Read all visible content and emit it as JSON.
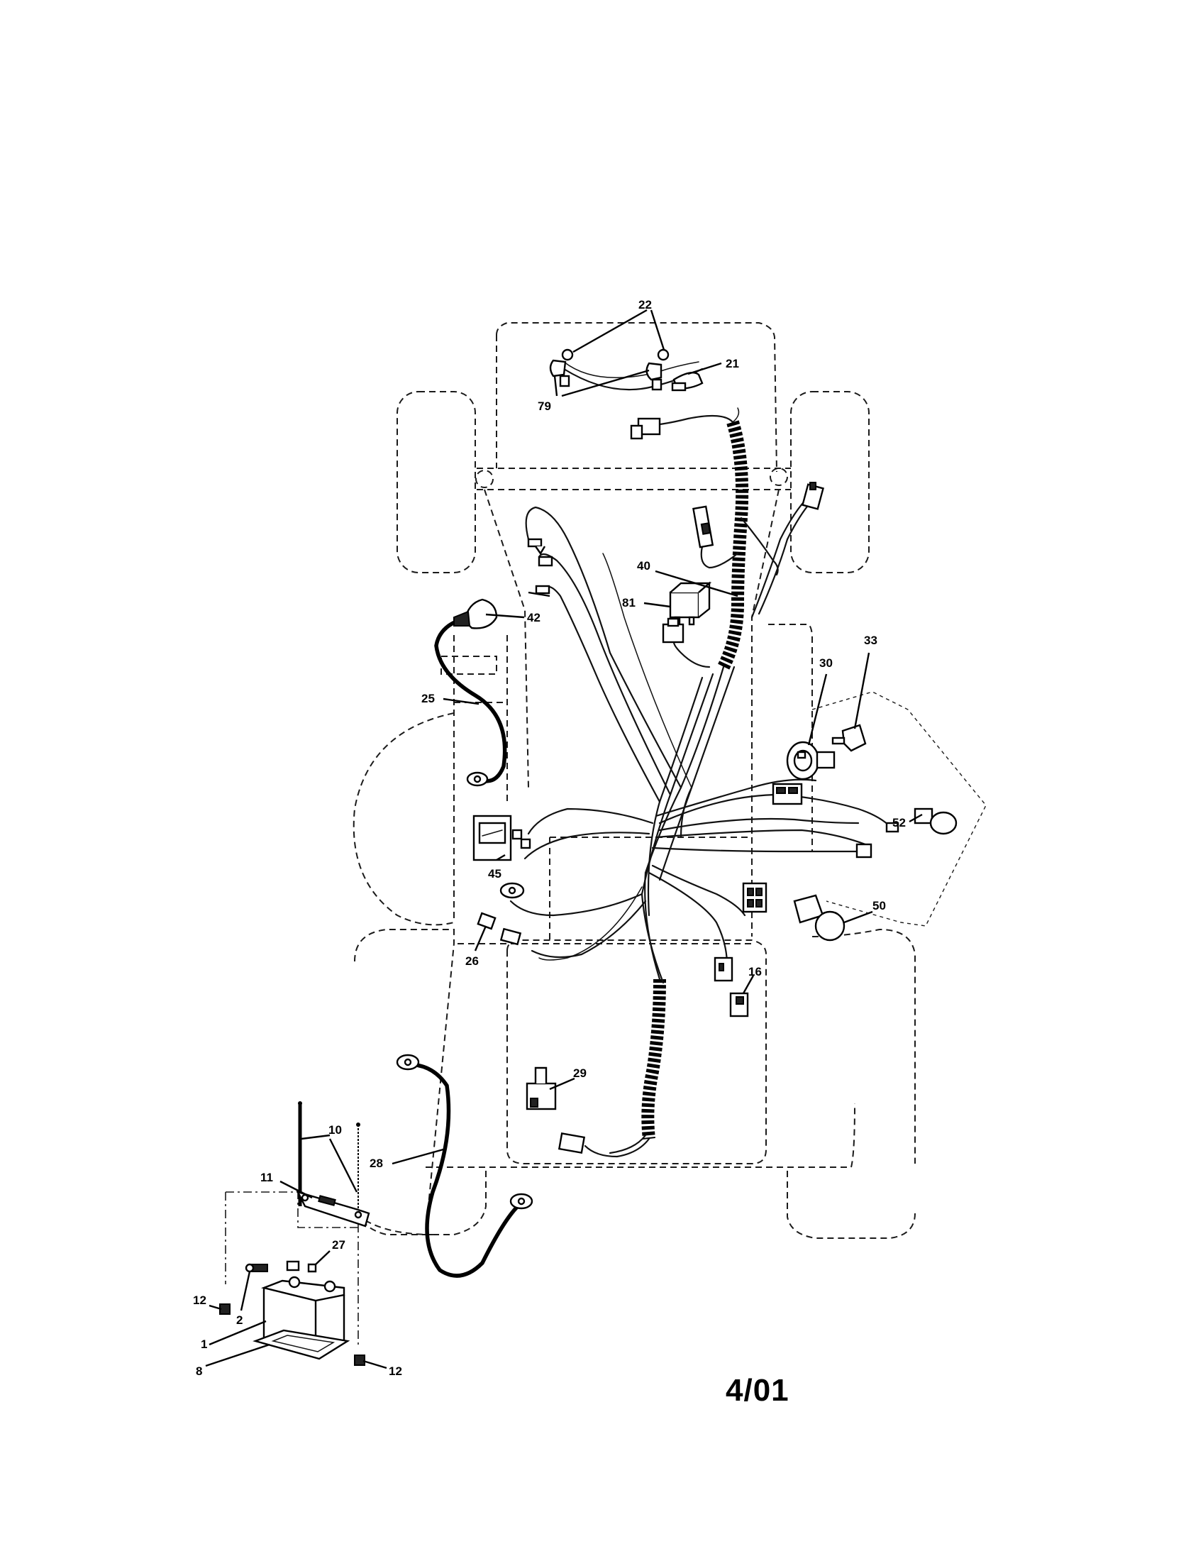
{
  "callouts": {
    "c1": "1",
    "c2": "2",
    "c8": "8",
    "c10": "10",
    "c11": "11",
    "c12a": "12",
    "c12b": "12",
    "c16": "16",
    "c21": "21",
    "c22": "22",
    "c25": "25",
    "c26": "26",
    "c27": "27",
    "c28": "28",
    "c29": "29",
    "c30": "30",
    "c33": "33",
    "c40": "40",
    "c42": "42",
    "c45": "45",
    "c50": "50",
    "c52": "52",
    "c79": "79",
    "c81": "81"
  },
  "footer": {
    "date": "4/01"
  }
}
